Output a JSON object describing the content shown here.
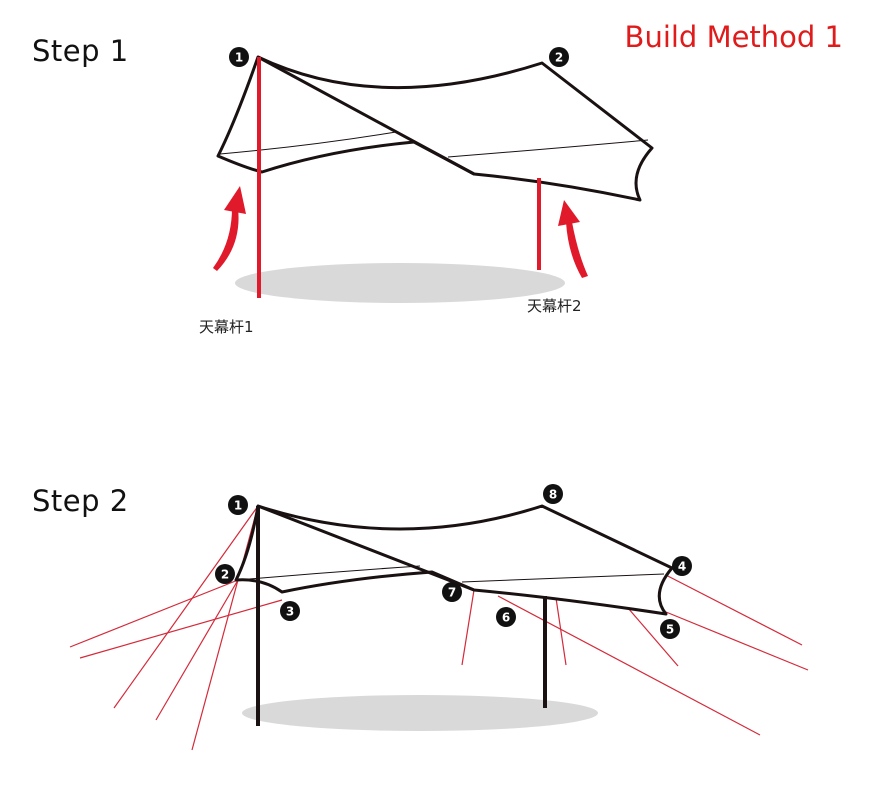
{
  "step1": {
    "title": "Step 1",
    "pole1_label": "天幕杆1",
    "pole2_label": "天幕杆2",
    "badges": [
      "1",
      "2"
    ]
  },
  "step2": {
    "title": "Step 2",
    "badges": [
      "1",
      "2",
      "3",
      "4",
      "5",
      "6",
      "7",
      "8"
    ]
  },
  "method_title": "Build Method 1",
  "colors": {
    "outline": "#1a1212",
    "pole_red": "#e0192b",
    "rope_red": "#d42a3a",
    "shadow": "#d9d9d9",
    "title_red": "#e01b1b"
  }
}
